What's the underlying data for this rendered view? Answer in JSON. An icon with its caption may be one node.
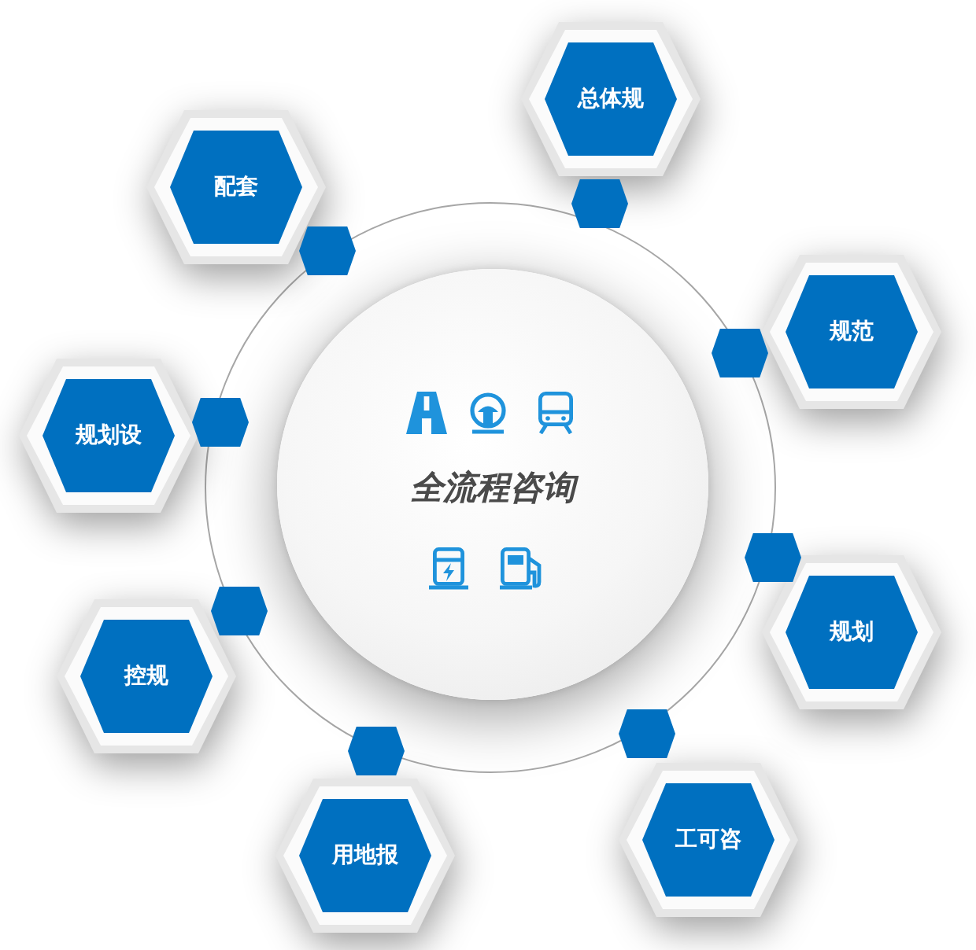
{
  "diagram": {
    "nodes": [
      {
        "text": [
          "全流程咨询"
        ]
      },
      {
        "text": [
          "总体规"
        ]
      },
      {
        "text": [
          "规范"
        ]
      },
      {
        "text": [
          "规划"
        ]
      },
      {
        "text": [
          "工可咨"
        ]
      },
      {
        "text": [
          "用地报"
        ]
      },
      {
        "text": [
          "控规"
        ]
      },
      {
        "text": [
          "规划设"
        ]
      },
      {
        "text": [
          "配套"
        ]
      },
      {
        "text": [],
        "shape": "hexagon"
      },
      {
        "text": [],
        "shape": "hexagon"
      },
      {
        "text": [],
        "shape": "hexagon"
      },
      {
        "text": [],
        "shape": "hexagon"
      },
      {
        "text": [],
        "shape": "hexagon"
      },
      {
        "text": [],
        "shape": "hexagon"
      },
      {
        "text": [],
        "shape": "hexagon"
      },
      {
        "text": [],
        "shape": "hexagon"
      }
    ]
  }
}
